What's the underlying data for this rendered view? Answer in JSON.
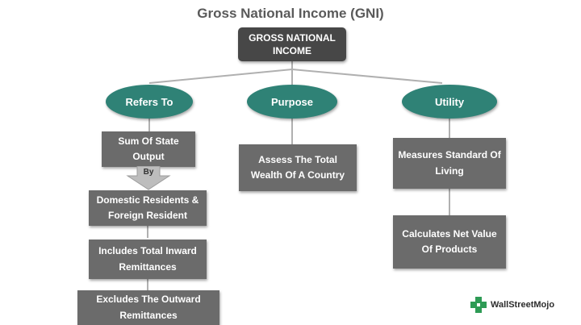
{
  "title": "Gross National Income (GNI)",
  "root": {
    "label": "GROSS NATIONAL INCOME"
  },
  "branches": [
    {
      "label": "Refers To"
    },
    {
      "label": "Purpose"
    },
    {
      "label": "Utility"
    }
  ],
  "refers_to": {
    "box1": "Sum Of State Output",
    "connector": "By",
    "box2": "Domestic Residents & Foreign Resident",
    "box3": "Includes Total Inward Remittances",
    "box4": "Excludes The Outward Remittances"
  },
  "purpose": {
    "box1": "Assess The Total Wealth Of A Country"
  },
  "utility": {
    "box1": "Measures Standard Of Living",
    "box2": "Calculates Net Value Of Products"
  },
  "logo": {
    "text": "WallStreetMojo"
  },
  "colors": {
    "root": "#474747",
    "oval": "#2f8276",
    "box": "#6b6b6b",
    "line": "#b0b0b0"
  }
}
